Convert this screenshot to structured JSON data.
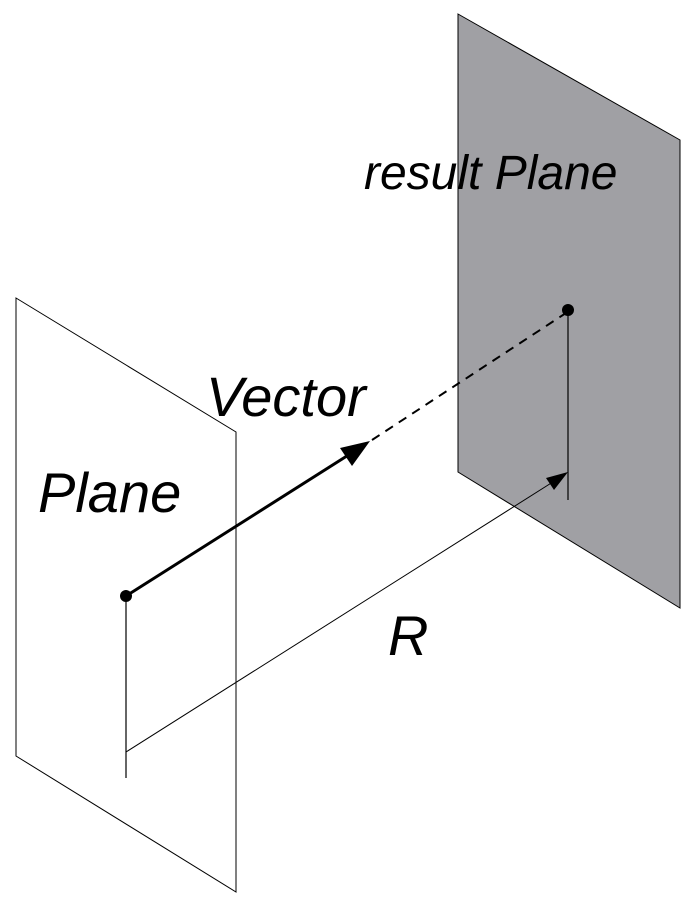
{
  "diagram": {
    "labels": {
      "result_plane": "result Plane",
      "vector": "Vector",
      "plane": "Plane",
      "r": "R"
    },
    "colors": {
      "result_plane_fill": "#a0a0a4",
      "line": "#000000",
      "background": "#ffffff"
    }
  }
}
